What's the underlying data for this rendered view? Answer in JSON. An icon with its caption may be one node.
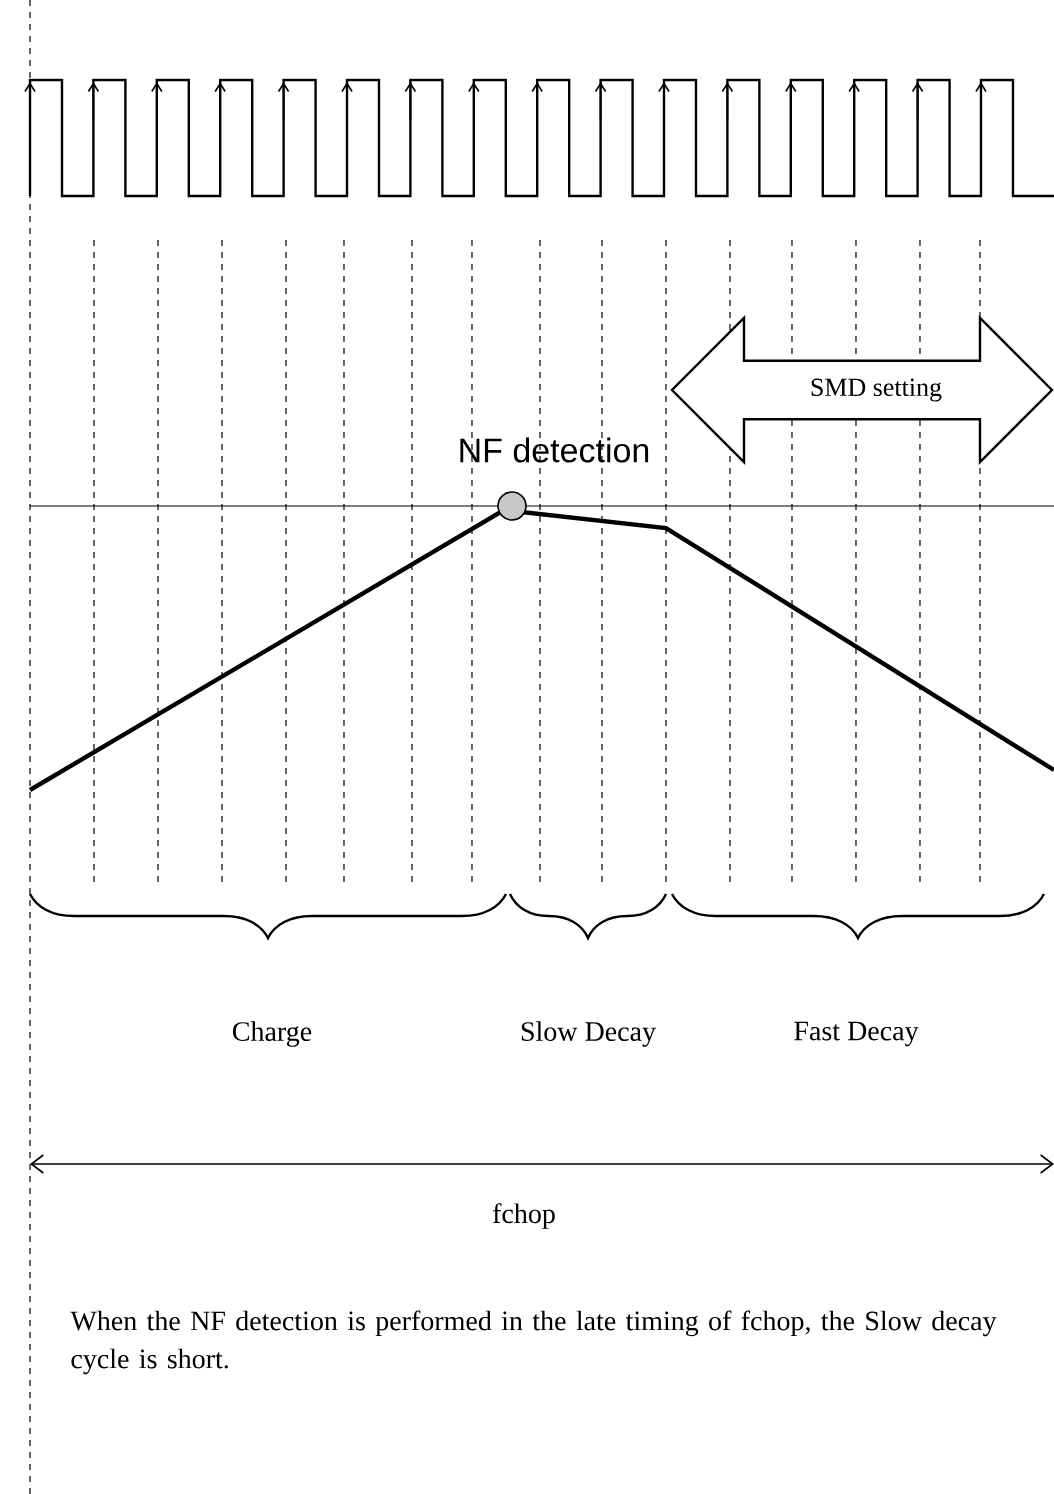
{
  "diagram": {
    "nodes": [
      {
        "text": [
          "SMD setting"
        ]
      }
    ],
    "labels": [
      "NF detection",
      "Charge",
      "Slow Decay",
      "Fast Decay",
      "fchop",
      "When the NF detection is performed in the late timing of fchop, the Slow decay cycle is short."
    ]
  }
}
